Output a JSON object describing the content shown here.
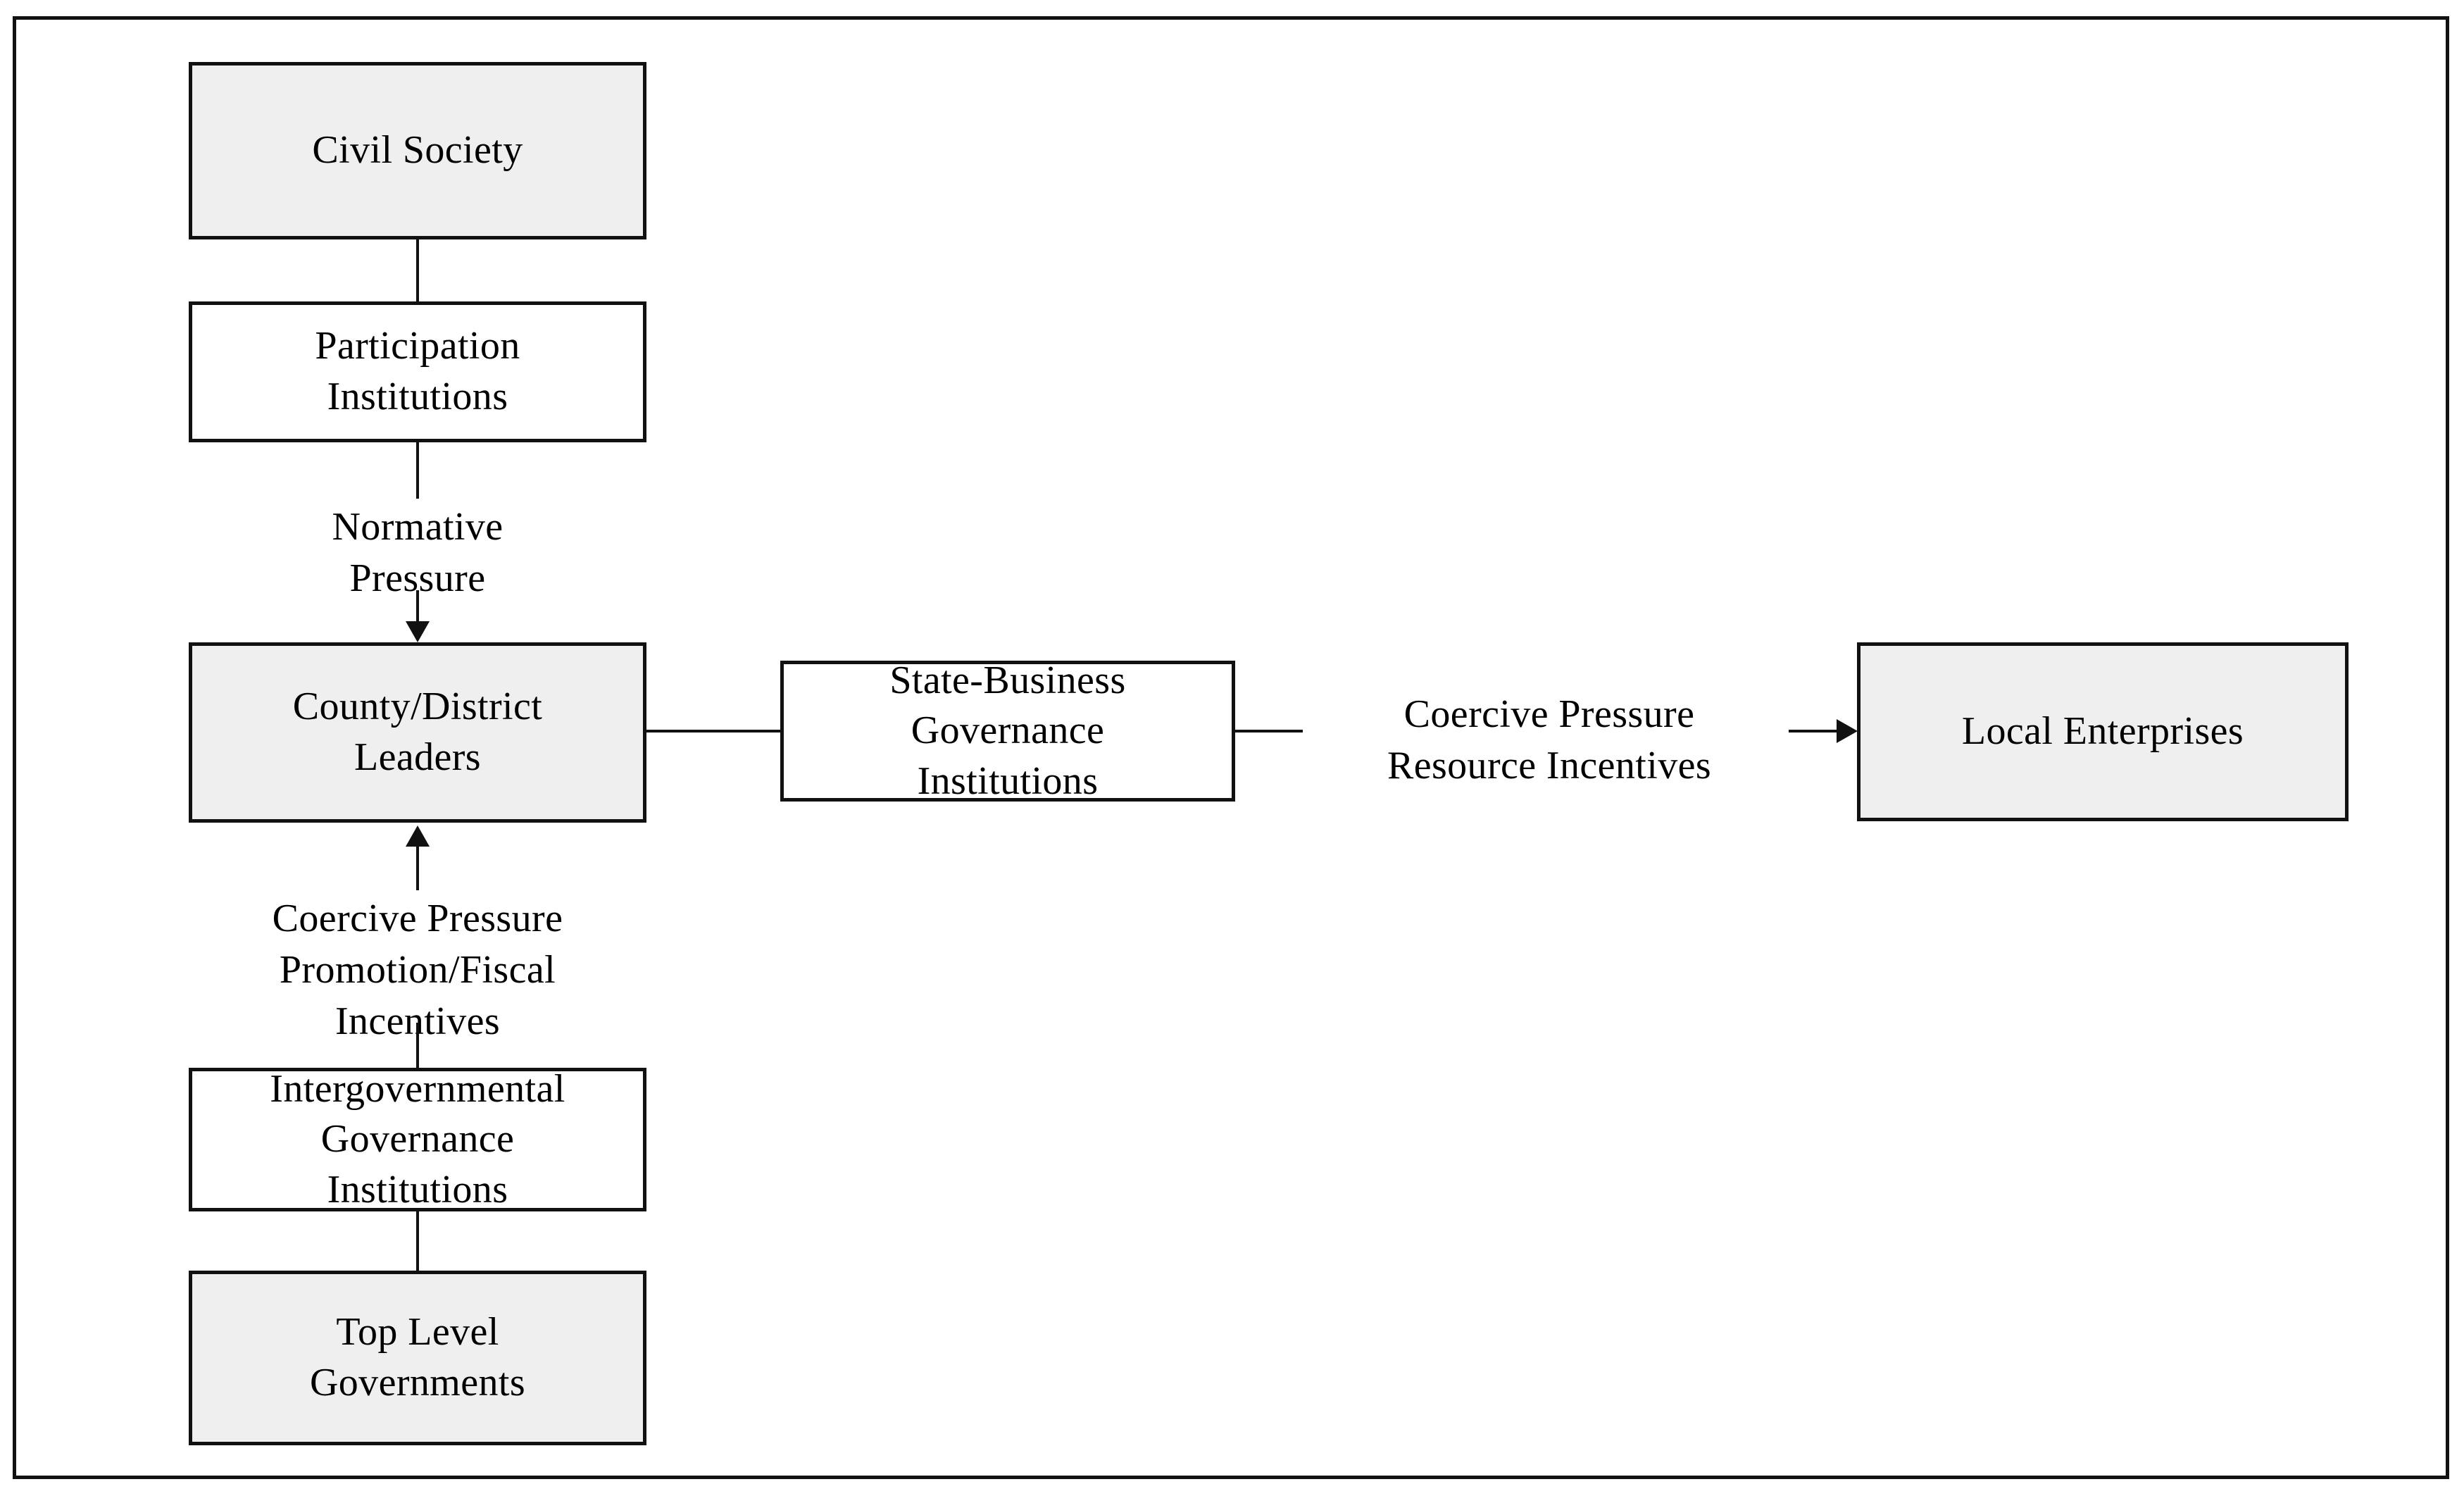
{
  "figure": {
    "background_color": "#ffffff",
    "frame_color": "#111111",
    "shaded_fill": "#efefef",
    "unshaded_fill": "#ffffff",
    "line_color": "#111111"
  },
  "nodes": {
    "civil_society": {
      "label": "Civil Society",
      "fill": "shaded"
    },
    "participation_institutions": {
      "label": "Participation\nInstitutions",
      "fill": "white"
    },
    "county_district_leaders": {
      "label": "County/District\nLeaders",
      "fill": "shaded"
    },
    "intergovernmental_governance_institutions": {
      "label": "Intergovernmental\nGovernance\nInstitutions",
      "fill": "white"
    },
    "top_level_governments": {
      "label": "Top Level\nGovernments",
      "fill": "shaded"
    },
    "state_business_governance_institutions": {
      "label": "State-Business\nGovernance\nInstitutions",
      "fill": "white"
    },
    "local_enterprises": {
      "label": "Local Enterprises",
      "fill": "shaded"
    }
  },
  "edge_labels": {
    "normative_pressure": "Normative\nPressure",
    "coercive_pressure_promotion_fiscal": "Coercive Pressure\nPromotion/Fiscal\nIncentives",
    "coercive_pressure_resource": "Coercive Pressure\nResource Incentives"
  }
}
